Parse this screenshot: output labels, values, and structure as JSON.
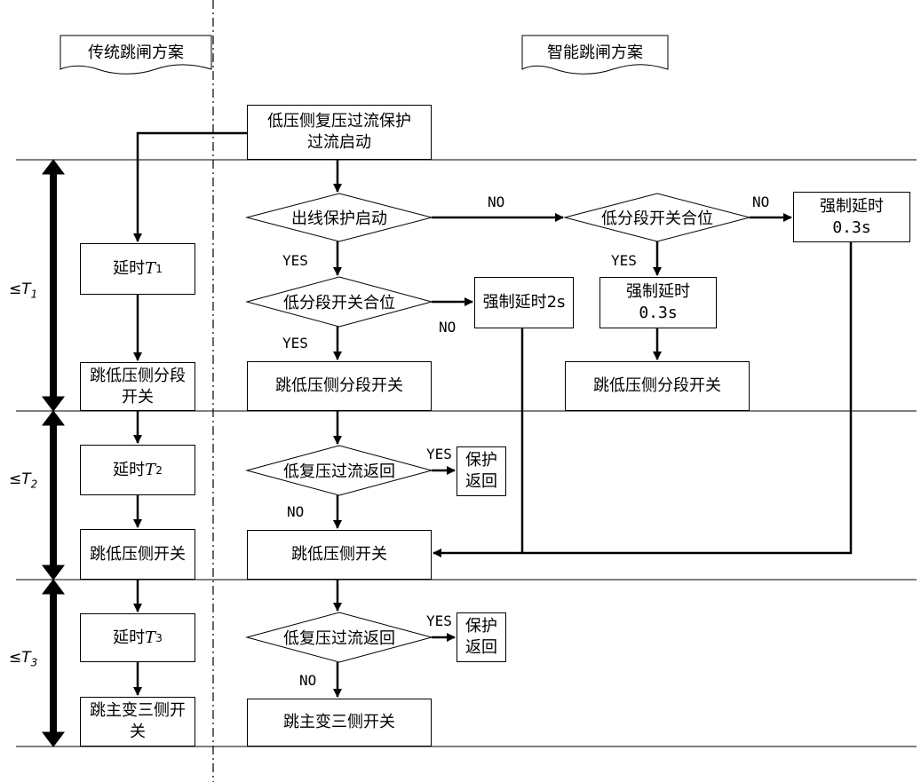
{
  "headers": {
    "traditional": "传统跳闸方案",
    "smart": "智能跳闸方案"
  },
  "bounds": [
    {
      "prefix": "≤",
      "var": "T",
      "sub": "1"
    },
    {
      "prefix": "≤",
      "var": "T",
      "sub": "2"
    },
    {
      "prefix": "≤",
      "var": "T",
      "sub": "3"
    }
  ],
  "traditional": {
    "delay1": {
      "text": "延时 ",
      "var": "T",
      "sub": "1"
    },
    "trip1": "跳低压侧分段开关",
    "delay2": {
      "text": "延时 ",
      "var": "T",
      "sub": "2"
    },
    "trip2": "跳低压侧开关",
    "delay3": {
      "text": "延时 ",
      "var": "T",
      "sub": "3"
    },
    "trip3": "跳主变三侧开关"
  },
  "smart": {
    "start_line1": "低压侧复压过流保护",
    "start_line2": "过流启动",
    "d_feeder": "出线保护启动",
    "d_sec_left": "低分段开关合位",
    "d_sec_right": "低分段开关合位",
    "force2s": "强制延时2s",
    "force03_mid_l1": "强制延时",
    "force03_mid_l2": "0.3s",
    "force03_right_l1": "强制延时",
    "force03_right_l2": "0.3s",
    "trip_sec_left": "跳低压侧分段开关",
    "trip_sec_right": "跳低压侧分段开关",
    "d_return1": "低复压过流返回",
    "ret1": "保护返回",
    "trip_lv": "跳低压侧开关",
    "d_return2": "低复压过流返回",
    "ret2": "保护返回",
    "trip_main": "跳主变三侧开关"
  },
  "edge_labels": {
    "no_feeder": "NO",
    "no_right": "NO",
    "yes_feeder": "YES",
    "yes_right": "YES",
    "yes_sec": "YES",
    "no_sec": "NO",
    "yes_ret1": "YES",
    "no_ret1": "NO",
    "yes_ret2": "YES",
    "no_ret2": "NO"
  }
}
